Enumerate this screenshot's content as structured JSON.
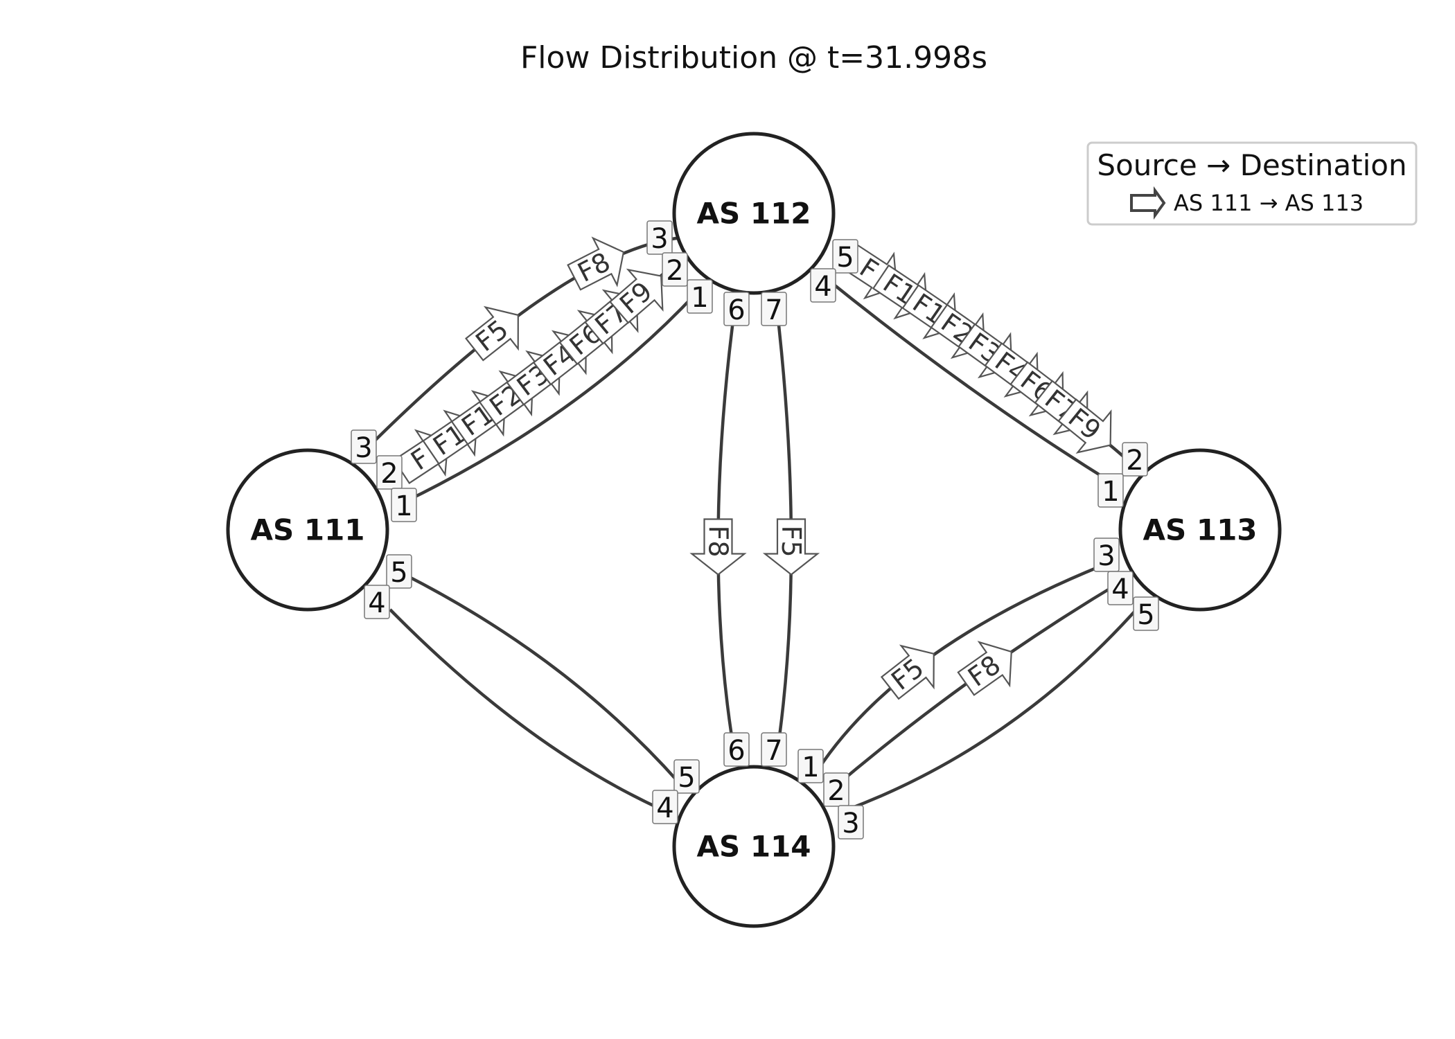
{
  "title": "Flow Distribution @ t=31.998s",
  "nodes": [
    {
      "id": "n111",
      "label": "AS 111"
    },
    {
      "id": "n112",
      "label": "AS 112"
    },
    {
      "id": "n113",
      "label": "AS 113"
    },
    {
      "id": "n114",
      "label": "AS 114"
    }
  ],
  "links": [
    {
      "from": "AS 111",
      "from_port": "3",
      "to": "AS 112",
      "to_port": "3",
      "flows": [
        "F5",
        "F8"
      ]
    },
    {
      "from": "AS 111",
      "from_port": "2",
      "to": "AS 112",
      "to_port": "2",
      "flows": [
        "F",
        "F1",
        "F1",
        "F2",
        "F3",
        "F4",
        "F6",
        "F7",
        "F9"
      ]
    },
    {
      "from": "AS 111",
      "from_port": "1",
      "to": "AS 112",
      "to_port": "1",
      "flows": []
    },
    {
      "from": "AS 112",
      "from_port": "5",
      "to": "AS 113",
      "to_port": "2",
      "flows": [
        "F",
        "F1",
        "F1",
        "F2",
        "F3",
        "F4",
        "F6",
        "F7",
        "F9"
      ]
    },
    {
      "from": "AS 112",
      "from_port": "4",
      "to": "AS 113",
      "to_port": "1",
      "flows": []
    },
    {
      "from": "AS 112",
      "from_port": "6",
      "to": "AS 114",
      "to_port": "6",
      "flows": [
        "F8"
      ]
    },
    {
      "from": "AS 112",
      "from_port": "7",
      "to": "AS 114",
      "to_port": "7",
      "flows": [
        "F5"
      ]
    },
    {
      "from": "AS 111",
      "from_port": "5",
      "to": "AS 114",
      "to_port": "5",
      "flows": []
    },
    {
      "from": "AS 111",
      "from_port": "4",
      "to": "AS 114",
      "to_port": "4",
      "flows": []
    },
    {
      "from": "AS 114",
      "from_port": "1",
      "to": "AS 113",
      "to_port": "3",
      "flows": [
        "F5"
      ]
    },
    {
      "from": "AS 114",
      "from_port": "2",
      "to": "AS 113",
      "to_port": "4",
      "flows": [
        "F8"
      ]
    },
    {
      "from": "AS 114",
      "from_port": "3",
      "to": "AS 113",
      "to_port": "5",
      "flows": []
    }
  ],
  "legend": {
    "title": "Source → Destination",
    "entries": [
      {
        "label": "AS 111 → AS 113",
        "icon": "outline-arrow-icon"
      }
    ]
  }
}
